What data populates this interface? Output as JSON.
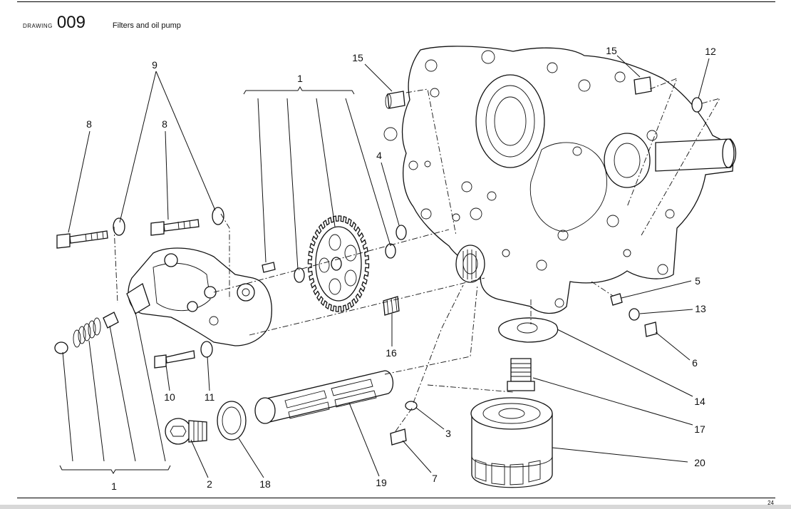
{
  "header": {
    "drawing_word": "DRAWING",
    "drawing_number": "009",
    "title": "Filters and oil pump"
  },
  "page_number": "24",
  "callouts": [
    "9",
    "1",
    "15",
    "15",
    "12",
    "8",
    "8",
    "4",
    "5",
    "13",
    "6",
    "14",
    "17",
    "16",
    "10",
    "11",
    "1",
    "2",
    "18",
    "19",
    "3",
    "7",
    "20"
  ]
}
